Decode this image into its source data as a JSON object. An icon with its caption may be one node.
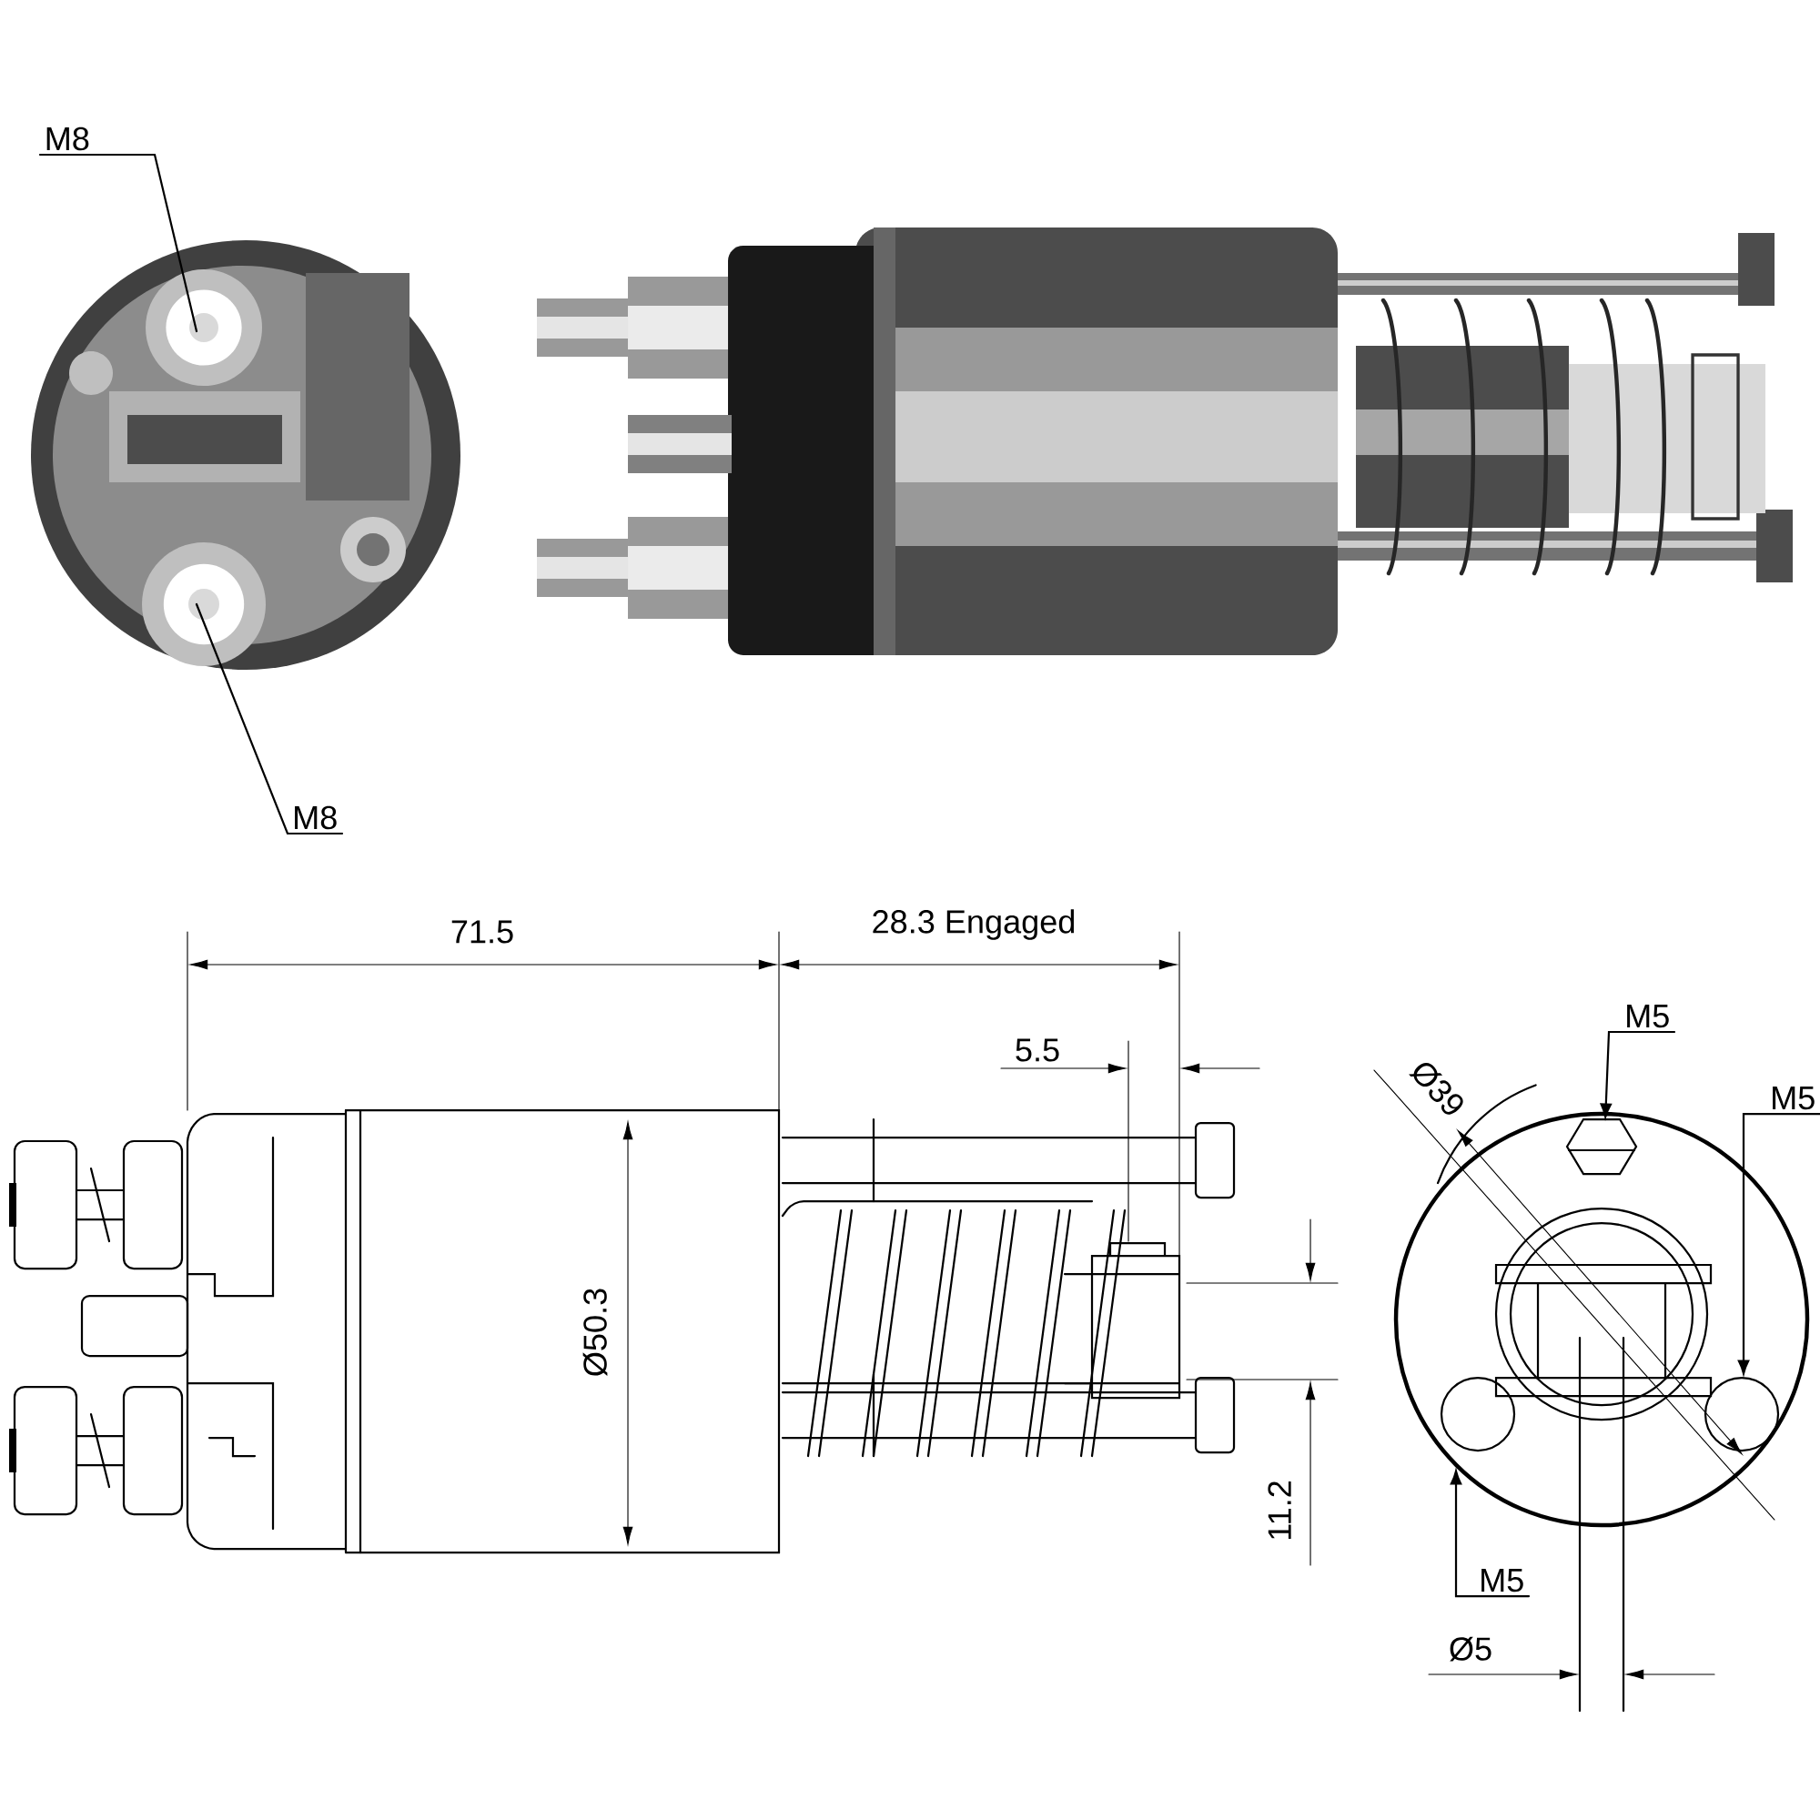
{
  "diagram": {
    "nodes": [
      {
        "text": [
          "M8"
        ]
      },
      {
        "text": [
          "M8"
        ]
      },
      {
        "text": [
          "M5"
        ]
      },
      {
        "text": [
          "M5"
        ]
      },
      {
        "text": [
          "M5"
        ]
      }
    ],
    "edges": [
      {
        "from": 0,
        "to": null,
        "arrow": "none"
      },
      {
        "from": 1,
        "to": null,
        "arrow": "none"
      },
      {
        "from": 2,
        "to": null,
        "arrow": "to"
      },
      {
        "from": 3,
        "to": null,
        "arrow": "to"
      },
      {
        "from": 4,
        "to": null,
        "arrow": "to"
      }
    ],
    "labels": [
      "71.5",
      "28.3 Engaged",
      "5.5",
      "Ø50.3",
      "Ø39",
      "11.2",
      "Ø5"
    ]
  }
}
